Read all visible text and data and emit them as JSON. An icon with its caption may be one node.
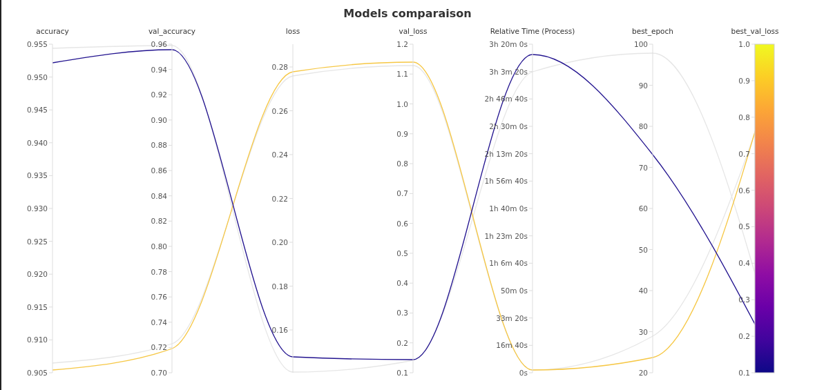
{
  "diagram": {
    "title": "Models comparaison",
    "labels": [
      "accuracy",
      "0.955",
      "0.950",
      "0.945",
      "0.940",
      "0.935",
      "0.930",
      "0.925",
      "0.920",
      "0.915",
      "0.910",
      "0.905",
      "val_accuracy",
      "0.96",
      "0.94",
      "0.92",
      "0.90",
      "0.88",
      "0.86",
      "0.84",
      "0.82",
      "0.80",
      "0.78",
      "0.76",
      "0.74",
      "0.72",
      "0.70",
      "loss",
      "0.28",
      "0.26",
      "0.24",
      "0.22",
      "0.20",
      "0.18",
      "0.16",
      "val_loss",
      "1.2",
      "1.1",
      "1.0",
      "0.9",
      "0.8",
      "0.7",
      "0.6",
      "0.5",
      "0.4",
      "0.3",
      "0.2",
      "0.1",
      "Relative Time (Process)",
      "3h 20m 0s",
      "3h 3m 20s",
      "2h 46m 40s",
      "2h 30m 0s",
      "2h 13m 20s",
      "1h 56m 40s",
      "1h 40m 0s",
      "1h 23m 20s",
      "1h 6m 40s",
      "50m 0s",
      "33m 20s",
      "16m 40s",
      "0s",
      "best_epoch",
      "100",
      "90",
      "80",
      "70",
      "60",
      "50",
      "40",
      "30",
      "20",
      "best_val_loss",
      "1.0",
      "0.9",
      "0.8",
      "0.7",
      "0.6",
      "0.5",
      "0.4",
      "0.3",
      "0.2",
      "0.1"
    ]
  }
}
